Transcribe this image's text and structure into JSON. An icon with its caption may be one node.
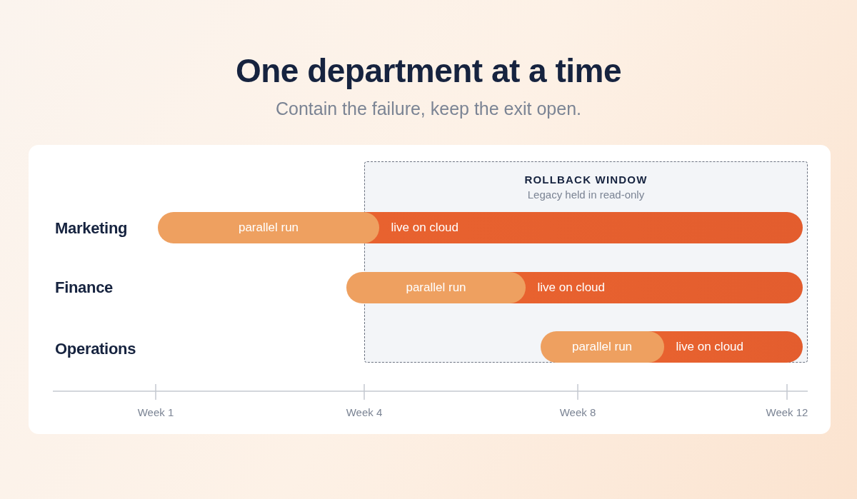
{
  "diagram": {
    "title": "One department at a time",
    "nodes": [
      {
        "text": [
          "ROLLBACK WINDOW",
          "Legacy held in read-only"
        ]
      },
      {
        "text": [
          "parallel run"
        ]
      },
      {
        "text": [
          "live on cloud"
        ],
        "in": 0
      },
      {
        "text": [
          "parallel run"
        ]
      },
      {
        "text": [
          "live on cloud"
        ],
        "in": 0
      },
      {
        "text": [
          "parallel run"
        ],
        "in": 0
      },
      {
        "text": [
          "live on cloud"
        ],
        "in": 0
      }
    ],
    "labels": [
      "Contain the failure, keep the exit open.",
      "Marketing",
      "Finance",
      "Operations",
      "Week 1",
      "Week 4",
      "Week 8",
      "Week 12"
    ]
  }
}
